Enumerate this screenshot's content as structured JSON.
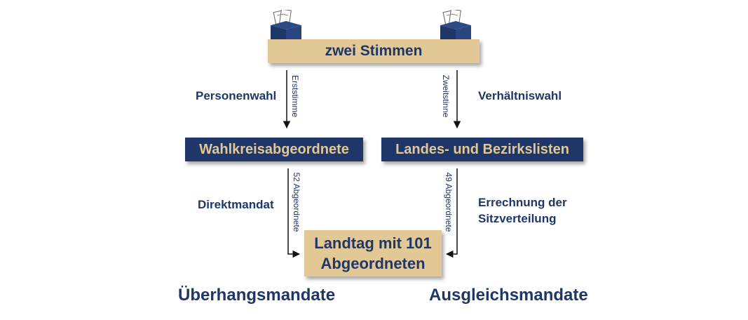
{
  "top_box": {
    "label": "zwei Stimmen"
  },
  "left_arrow_top": {
    "label": "Erststimme",
    "side_text": "Personenwahl"
  },
  "right_arrow_top": {
    "label": "Zweitstinne",
    "side_text": "Verhältniswahl"
  },
  "mid_left_box": {
    "label": "Wahlkreisabgeordnete"
  },
  "mid_right_box": {
    "label": "Landes- und Bezirkslisten"
  },
  "left_arrow_bottom": {
    "label": "52 Abgeordnete",
    "side_text": "Direktmandat"
  },
  "right_arrow_bottom": {
    "label": "49 Abgeordnete",
    "side_text_line1": "Errechnung der",
    "side_text_line2": "Sitzverteilung"
  },
  "bottom_box": {
    "line1": "Landtag mit 101",
    "line2": "Abgeordneten"
  },
  "footer": {
    "left": "Überhangsmandate",
    "right": "Ausgleichsmandate"
  },
  "colors": {
    "navy": "#1f3668",
    "tan": "#e2c894"
  },
  "icons": [
    "ballot-box-icon",
    "ballot-box-icon"
  ]
}
